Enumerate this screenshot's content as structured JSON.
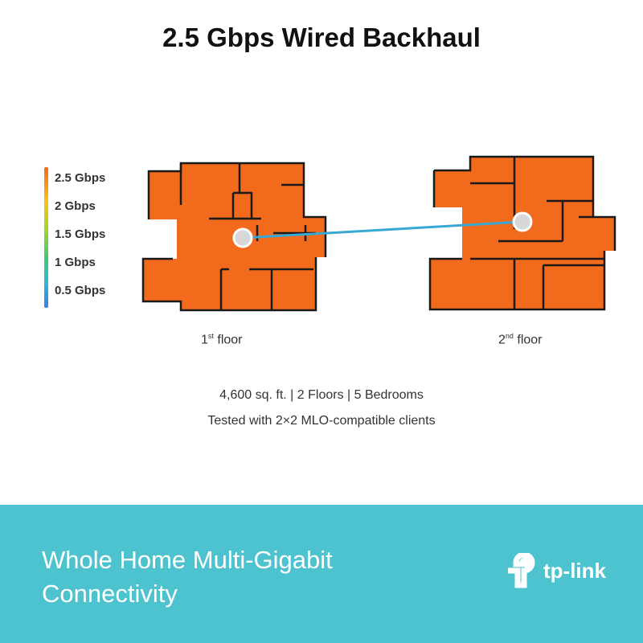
{
  "title": "2.5 Gbps Wired Backhaul",
  "legend": [
    "2.5 Gbps",
    "2 Gbps",
    "1.5 Gbps",
    "1 Gbps",
    "0.5 Gbps"
  ],
  "floors": [
    {
      "num": "1",
      "sup": "st",
      "label": " floor"
    },
    {
      "num": "2",
      "sup": "nd",
      "label": " floor"
    }
  ],
  "info": {
    "line1": "4,600 sq. ft. | 2 Floors | 5 Bedrooms",
    "line2": "Tested with 2×2 MLO-compatible clients"
  },
  "banner": {
    "line1": "Whole Home Multi-Gigabit",
    "line2": "Connectivity",
    "logo": "tp-link"
  },
  "colors": {
    "coverage": "#f26a1b",
    "banner": "#4cc3cf",
    "link": "#39a9d3"
  }
}
